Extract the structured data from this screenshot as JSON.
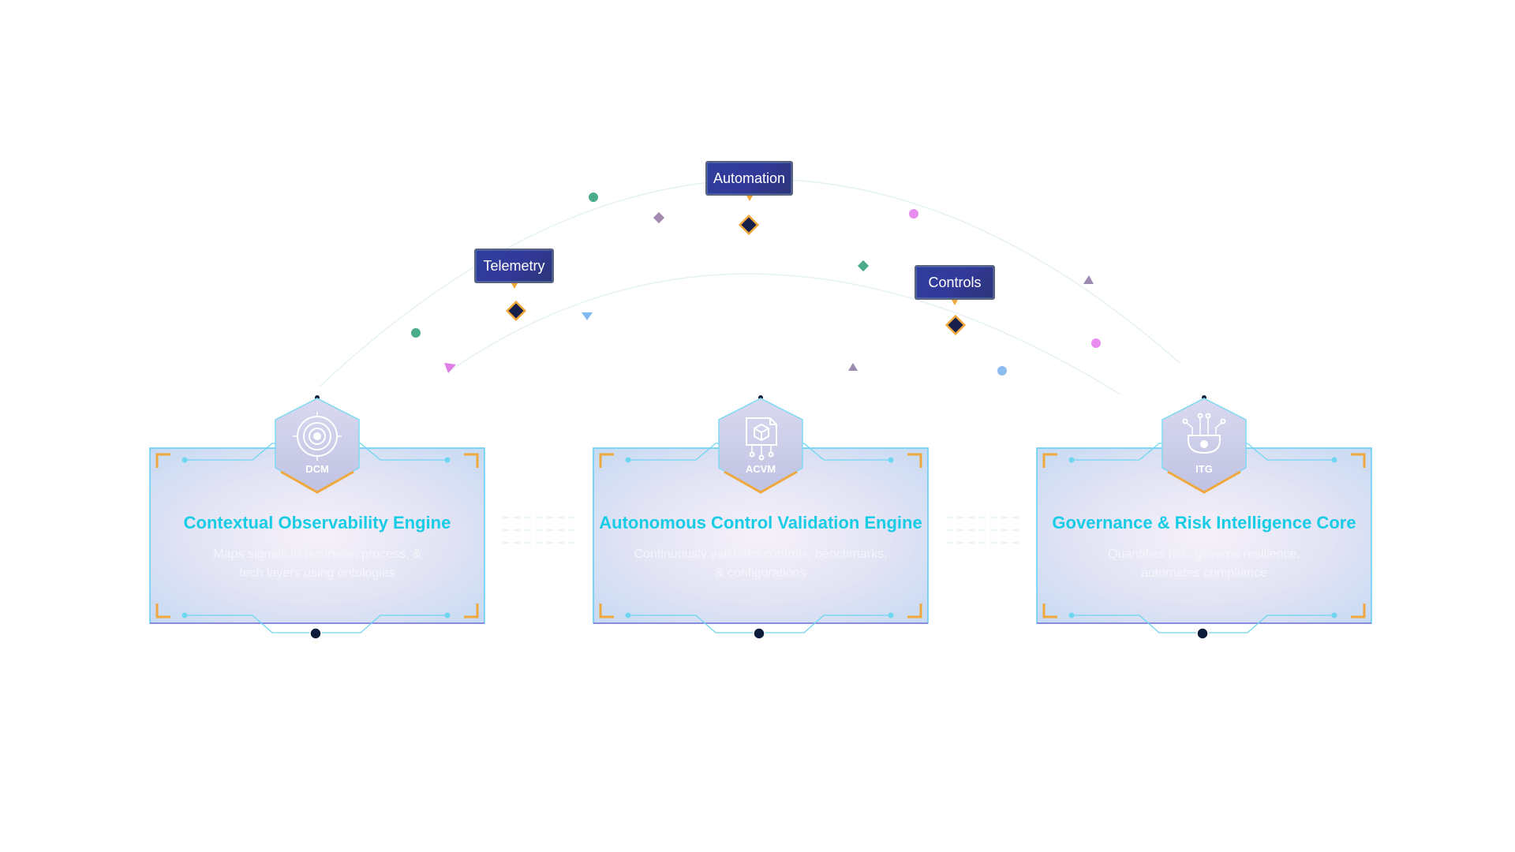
{
  "colors": {
    "title": "#18cce6",
    "accent_orange": "#f0a83c",
    "card_border": "#5fcdf2",
    "hex_fill": "#c9cce8",
    "node_dark": "#0d1c3a",
    "tag_bg": "#33399a"
  },
  "flow_tags": [
    {
      "label": "Telemetry"
    },
    {
      "label": "Automation"
    },
    {
      "label": "Controls"
    }
  ],
  "cards": [
    {
      "code": "DCM",
      "icon": "observability-target-icon",
      "title": "Contextual Observability Engine",
      "desc_line1": "Maps signals to business, process, &",
      "desc_line2": "tech layers using ontologies"
    },
    {
      "code": "ACVM",
      "icon": "validation-document-icon",
      "title": "Autonomous Control Validation Engine",
      "desc_line1": "Continuously validates controls, benchmarks,",
      "desc_line2": "& configurations"
    },
    {
      "code": "ITG",
      "icon": "governance-circuit-icon",
      "title": "Governance & Risk Intelligence Core",
      "desc_line1": "Quantifies risk, governs resilience,",
      "desc_line2": "automates compliance"
    }
  ]
}
